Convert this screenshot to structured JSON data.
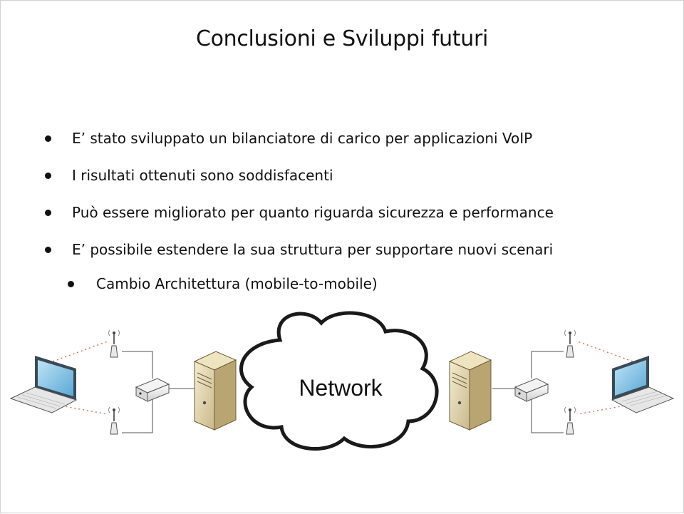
{
  "slide": {
    "title": "Conclusioni e Sviluppi futuri"
  },
  "bullets": [
    {
      "text": "E’  stato sviluppato un bilanciatore di carico per applicazioni VoIP"
    },
    {
      "text": "I risultati ottenuti sono soddisfacenti"
    },
    {
      "text": "Può essere migliorato per quanto riguarda sicurezza e performance"
    },
    {
      "text": "E’  possibile estendere la sua struttura per supportare nuovi scenari"
    }
  ],
  "sub_bullets": [
    {
      "text": "Cambio Architettura (mobile-to-mobile)"
    }
  ],
  "diagram": {
    "network_label": "Network",
    "icons": [
      "laptop-icon",
      "antenna-icon",
      "router-icon",
      "server-icon",
      "cloud-icon"
    ]
  }
}
